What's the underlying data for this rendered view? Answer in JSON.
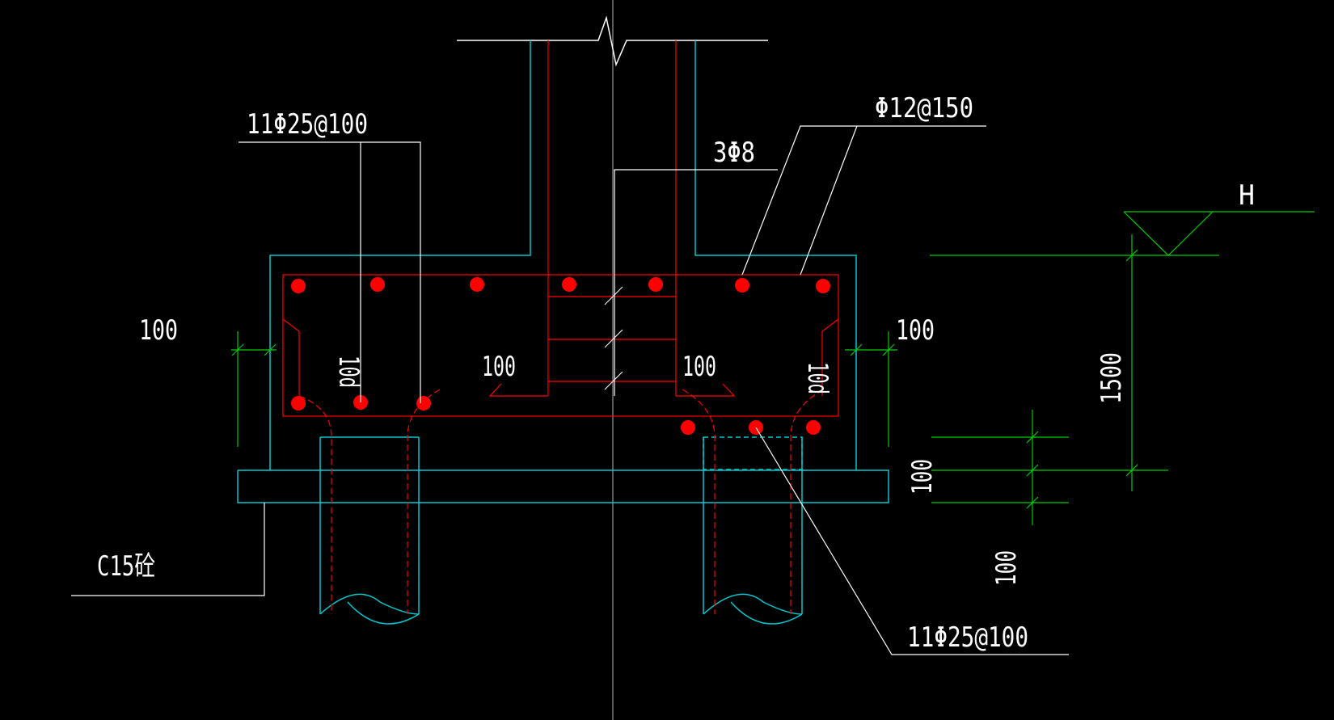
{
  "drawing": {
    "labels": {
      "top_left_rebar": "11Φ25@100",
      "top_right_rebar": "Φ12@150",
      "stirrup": "3Φ8",
      "bottom_right_rebar": "11Φ25@100",
      "concrete": "C15砼",
      "level": "H"
    },
    "dimensions": {
      "left_cover": "100",
      "right_cover": "100",
      "inner_left": "100",
      "inner_right": "100",
      "anchor_left": "10d",
      "anchor_right": "10d",
      "depth": "1500",
      "pad_thickness": "100",
      "lower_100": "100"
    },
    "colors": {
      "concrete_outline": "#00c8d0",
      "rebar": "#ff0000",
      "dimension": "#00cc00",
      "leader": "#ffffff",
      "centerline": "#b4b4b4",
      "background": "#000000"
    }
  }
}
